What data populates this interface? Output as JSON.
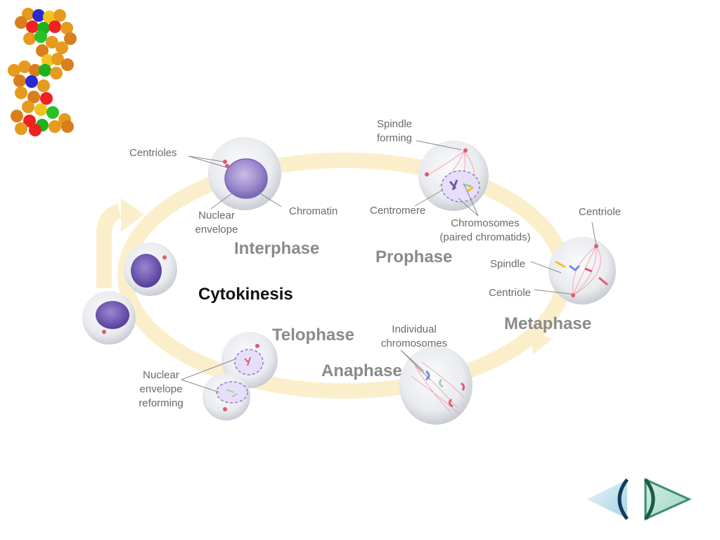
{
  "phases": {
    "interphase": "Interphase",
    "prophase": "Prophase",
    "metaphase": "Metaphase",
    "anaphase": "Anaphase",
    "telophase": "Telophase",
    "cytokinesis": "Cytokinesis"
  },
  "labels": {
    "centrioles": "Centrioles",
    "nuclear_envelope_1": "Nuclear",
    "nuclear_envelope_2": "envelope",
    "chromatin": "Chromatin",
    "spindle_forming_1": "Spindle",
    "spindle_forming_2": "forming",
    "centromere": "Centromere",
    "chromosomes_1": "Chromosomes",
    "chromosomes_2": "(paired chromatids)",
    "centriole_top": "Centriole",
    "spindle": "Spindle",
    "centriole_bottom": "Centriole",
    "individual_1": "Individual",
    "individual_2": "chromosomes",
    "reforming_1": "Nuclear",
    "reforming_2": "envelope",
    "reforming_3": "reforming"
  },
  "icons": {
    "logo": "dna-helix-icon",
    "prev": "arrow-left-icon",
    "next": "arrow-right-icon"
  },
  "colors": {
    "cycle_track": "#fbefcb",
    "nucleus": "#8e7cc3",
    "cell": "#e8eaee",
    "phase_text": "#8a8a8a",
    "label_text": "#6a6a6a",
    "nav_left": "#cde6f0",
    "nav_right": "#3e8e6e"
  }
}
